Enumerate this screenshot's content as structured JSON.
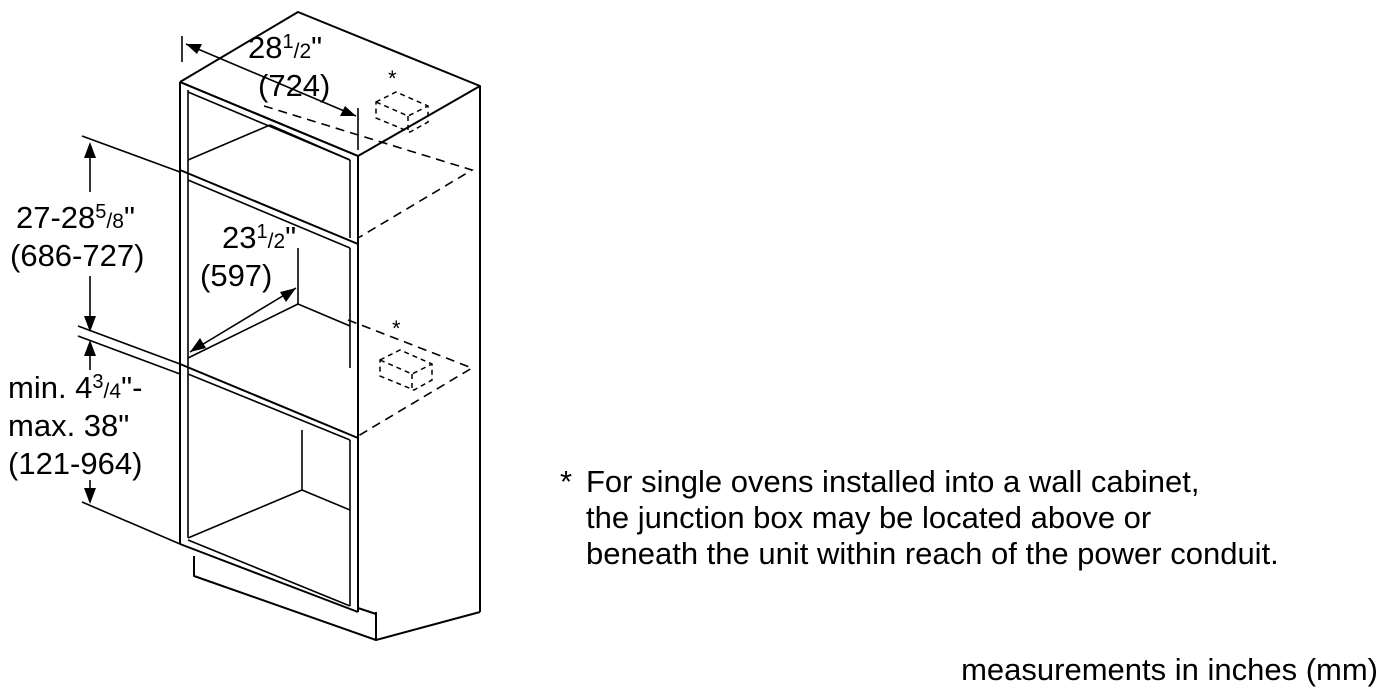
{
  "dimensions": {
    "width": {
      "whole": "28",
      "num": "1",
      "den": "2",
      "unit": "\"",
      "metric": "(724)"
    },
    "opening_height": {
      "whole": "27-28",
      "num": "5",
      "den": "8",
      "unit": "\"",
      "metric": "(686-727)"
    },
    "depth": {
      "whole": "23",
      "num": "1",
      "den": "2",
      "unit": "\"",
      "metric": "(597)"
    },
    "floor_height": {
      "prefix": "min. 4",
      "num": "3",
      "den": "4",
      "suffix": "\"-",
      "line2": "max. 38\"",
      "metric": "(121-964)"
    }
  },
  "junction_marker": "*",
  "footnote": {
    "star": "*",
    "line1": "For single ovens installed into a wall cabinet,",
    "line2": "the junction box may be located above or",
    "line3": "beneath the unit within reach of the power conduit."
  },
  "units_note": "measurements in inches (mm)"
}
